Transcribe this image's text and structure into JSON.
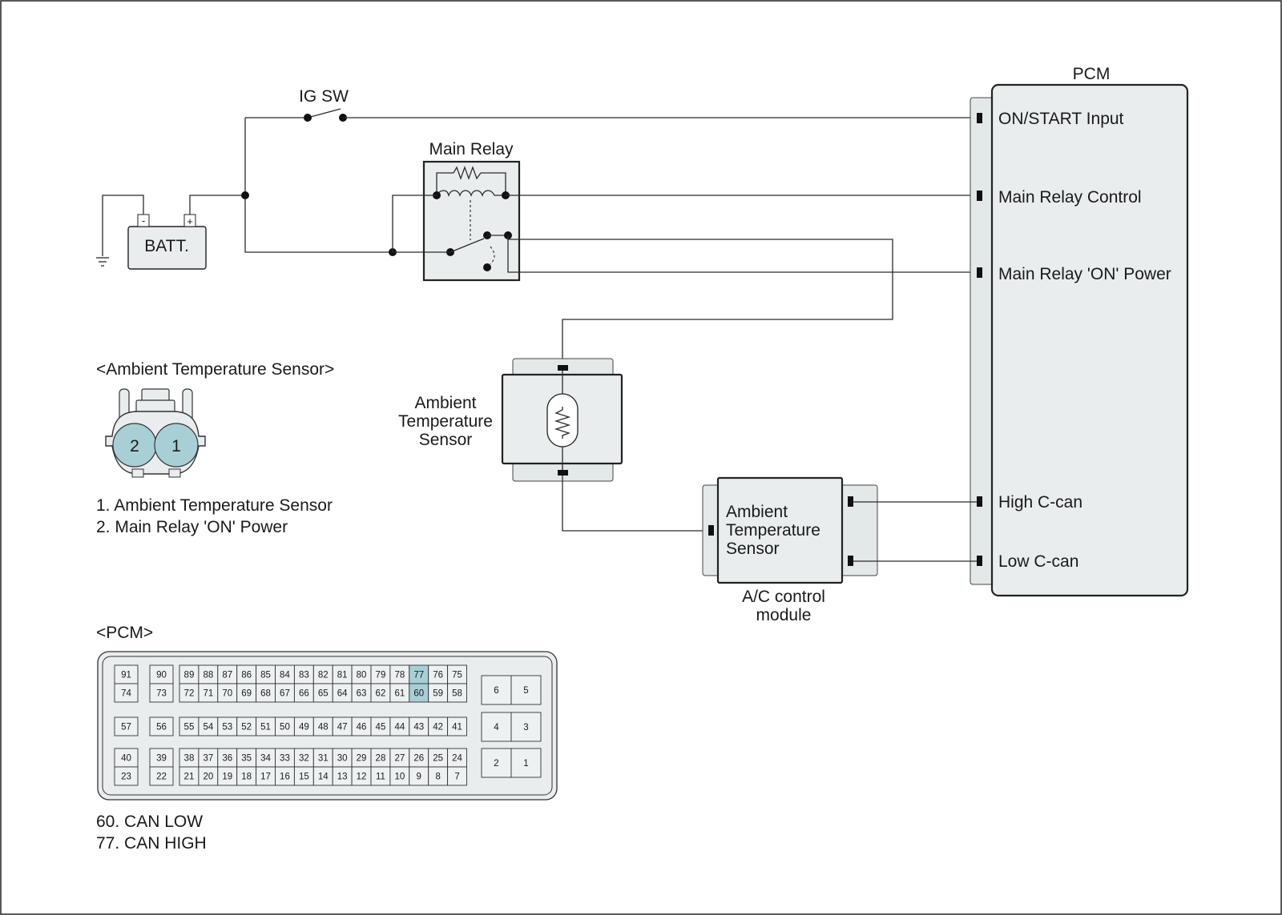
{
  "switch_label": "IG SW",
  "battery": {
    "label": "BATT.",
    "neg": "-",
    "pos": "+"
  },
  "relay_label": "Main Relay",
  "pcm": {
    "title": "PCM",
    "pins": [
      "ON/START Input",
      "Main Relay Control",
      "Main Relay 'ON' Power",
      "High C-can",
      "Low C-can"
    ]
  },
  "sensor_label": [
    "Ambient",
    "Temperature",
    "Sensor"
  ],
  "ac_module": {
    "inner": [
      "Ambient",
      "Temperature",
      "Sensor"
    ],
    "caption": [
      "A/C control",
      "module"
    ]
  },
  "sensor_connector": {
    "title": "<Ambient Temperature Sensor>",
    "pin_numbers": [
      "2",
      "1"
    ],
    "legend": [
      "1. Ambient Temperature Sensor",
      "2. Main Relay 'ON' Power"
    ]
  },
  "pcm_connector": {
    "title": "<PCM>",
    "highlight_pins": [
      "77",
      "60"
    ],
    "top_rows": [
      [
        "89",
        "88",
        "87",
        "86",
        "85",
        "84",
        "83",
        "82",
        "81",
        "80",
        "79",
        "78",
        "77",
        "76",
        "75"
      ],
      [
        "72",
        "71",
        "70",
        "69",
        "68",
        "67",
        "66",
        "65",
        "64",
        "63",
        "62",
        "61",
        "60",
        "59",
        "58"
      ]
    ],
    "top_left": [
      [
        "91",
        "90"
      ],
      [
        "74",
        "73"
      ]
    ],
    "mid_row": [
      "55",
      "54",
      "53",
      "52",
      "51",
      "50",
      "49",
      "48",
      "47",
      "46",
      "45",
      "44",
      "43",
      "42",
      "41"
    ],
    "mid_left": [
      "57",
      "56"
    ],
    "bot_rows": [
      [
        "38",
        "37",
        "36",
        "35",
        "34",
        "33",
        "32",
        "31",
        "30",
        "29",
        "28",
        "27",
        "26",
        "25",
        "24"
      ],
      [
        "21",
        "20",
        "19",
        "18",
        "17",
        "16",
        "15",
        "14",
        "13",
        "12",
        "11",
        "10",
        "9",
        "8",
        "7"
      ]
    ],
    "bot_left": [
      [
        "40",
        "39"
      ],
      [
        "23",
        "22"
      ]
    ],
    "right_blocks": [
      [
        "6",
        "5"
      ],
      [
        "4",
        "3"
      ],
      [
        "2",
        "1"
      ]
    ],
    "legend": [
      "60. CAN LOW",
      "77. CAN HIGH"
    ]
  },
  "colors": {
    "highlight": "#a8cfd6",
    "panel": "#e9edee",
    "wire": "#2b2b2b"
  }
}
